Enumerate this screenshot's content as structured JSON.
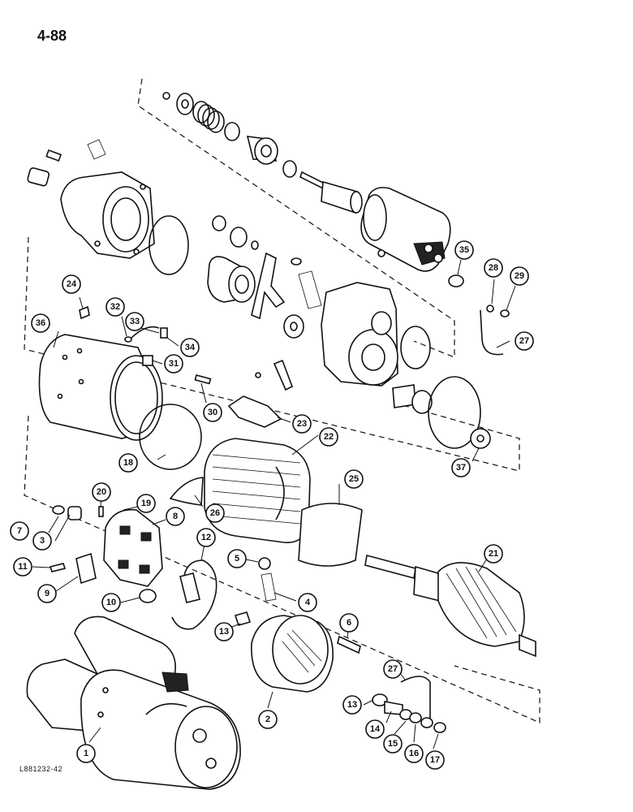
{
  "page_number": "4-88",
  "figure_code": "L881232-42",
  "callouts": [
    {
      "label": "1"
    },
    {
      "label": "2"
    },
    {
      "label": "3"
    },
    {
      "label": "4"
    },
    {
      "label": "5"
    },
    {
      "label": "6"
    },
    {
      "label": "7"
    },
    {
      "label": "8"
    },
    {
      "label": "9"
    },
    {
      "label": "10"
    },
    {
      "label": "11"
    },
    {
      "label": "12"
    },
    {
      "label": "13"
    },
    {
      "label": "13"
    },
    {
      "label": "14"
    },
    {
      "label": "15"
    },
    {
      "label": "16"
    },
    {
      "label": "17"
    },
    {
      "label": "18"
    },
    {
      "label": "19"
    },
    {
      "label": "20"
    },
    {
      "label": "21"
    },
    {
      "label": "22"
    },
    {
      "label": "23"
    },
    {
      "label": "24"
    },
    {
      "label": "25"
    },
    {
      "label": "26"
    },
    {
      "label": "27"
    },
    {
      "label": "27"
    },
    {
      "label": "28"
    },
    {
      "label": "29"
    },
    {
      "label": "30"
    },
    {
      "label": "31"
    },
    {
      "label": "32"
    },
    {
      "label": "33"
    },
    {
      "label": "34"
    },
    {
      "label": "35"
    },
    {
      "label": "36"
    },
    {
      "label": "37"
    }
  ]
}
